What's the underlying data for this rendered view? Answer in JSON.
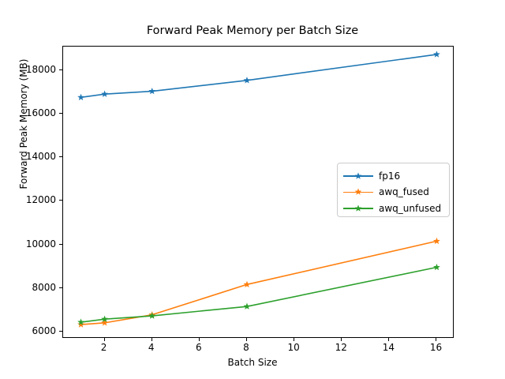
{
  "chart_data": {
    "type": "line",
    "title": "Forward Peak Memory per Batch Size",
    "xlabel": "Batch Size",
    "ylabel": "Forward Peak Memory (MB)",
    "x": [
      1,
      2,
      4,
      8,
      16
    ],
    "xlim": [
      0.25,
      16.75
    ],
    "ylim": [
      5670,
      19080
    ],
    "xticks": [
      2,
      4,
      6,
      8,
      10,
      12,
      14,
      16
    ],
    "xtick_labels": [
      "2",
      "4",
      "6",
      "8",
      "10",
      "12",
      "14",
      "16"
    ],
    "yticks": [
      6000,
      8000,
      10000,
      12000,
      14000,
      16000,
      18000
    ],
    "ytick_labels": [
      "6000",
      "8000",
      "10000",
      "12000",
      "14000",
      "16000",
      "18000"
    ],
    "grid": false,
    "marker": "star",
    "legend_position": "center right",
    "series": [
      {
        "name": "fp16",
        "color": "#1f77b4",
        "values": [
          16750,
          16900,
          17030,
          17530,
          18720
        ]
      },
      {
        "name": "awq_fused",
        "color": "#ff7f0e",
        "values": [
          6320,
          6400,
          6770,
          8160,
          10150
        ]
      },
      {
        "name": "awq_unfused",
        "color": "#2ca02c",
        "values": [
          6430,
          6570,
          6720,
          7150,
          8950
        ]
      }
    ]
  },
  "figure": {
    "background": "#ffffff",
    "axes_color": "#000000"
  }
}
